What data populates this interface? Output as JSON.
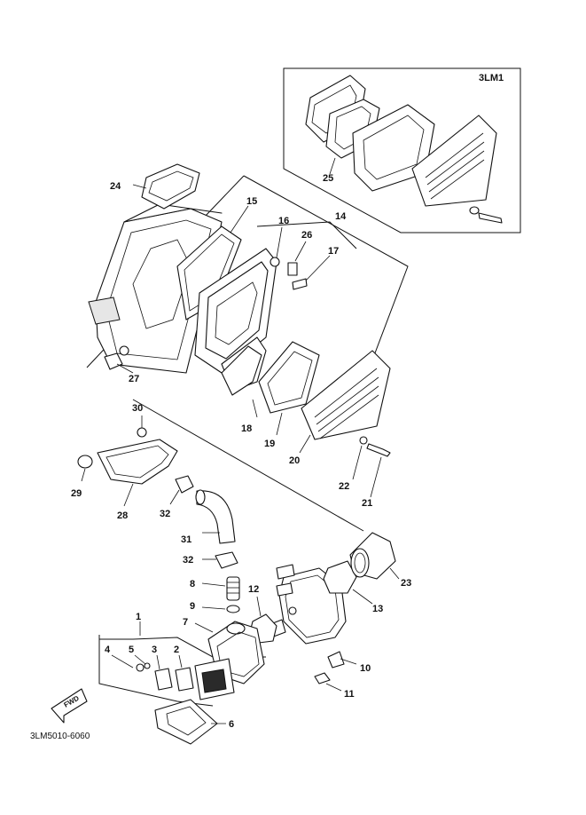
{
  "inset_label": "3LM1",
  "diagram_code": "3LM5010-6060",
  "fwd_label": "FWD",
  "callouts": [
    {
      "id": "c24",
      "text": "24"
    },
    {
      "id": "c15",
      "text": "15"
    },
    {
      "id": "c16",
      "text": "16"
    },
    {
      "id": "c14",
      "text": "14"
    },
    {
      "id": "c26",
      "text": "26"
    },
    {
      "id": "c17",
      "text": "17"
    },
    {
      "id": "c25",
      "text": "25"
    },
    {
      "id": "c27",
      "text": "27"
    },
    {
      "id": "c18",
      "text": "18"
    },
    {
      "id": "c19",
      "text": "19"
    },
    {
      "id": "c20",
      "text": "20"
    },
    {
      "id": "c22",
      "text": "22"
    },
    {
      "id": "c21",
      "text": "21"
    },
    {
      "id": "c30",
      "text": "30"
    },
    {
      "id": "c29",
      "text": "29"
    },
    {
      "id": "c28",
      "text": "28"
    },
    {
      "id": "c32a",
      "text": "32"
    },
    {
      "id": "c31",
      "text": "31"
    },
    {
      "id": "c32b",
      "text": "32"
    },
    {
      "id": "c23",
      "text": "23"
    },
    {
      "id": "c8",
      "text": "8"
    },
    {
      "id": "c12",
      "text": "12"
    },
    {
      "id": "c13",
      "text": "13"
    },
    {
      "id": "c9",
      "text": "9"
    },
    {
      "id": "c1",
      "text": "1"
    },
    {
      "id": "c7",
      "text": "7"
    },
    {
      "id": "c4",
      "text": "4"
    },
    {
      "id": "c5",
      "text": "5"
    },
    {
      "id": "c3",
      "text": "3"
    },
    {
      "id": "c2",
      "text": "2"
    },
    {
      "id": "c10",
      "text": "10"
    },
    {
      "id": "c11",
      "text": "11"
    },
    {
      "id": "c6",
      "text": "6"
    }
  ]
}
